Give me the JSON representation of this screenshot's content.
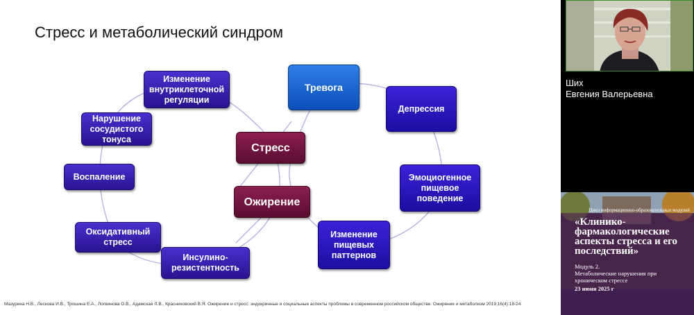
{
  "slide": {
    "title": "Стресс и метаболический синдром",
    "center_nodes": [
      "Стресс",
      "Ожирение"
    ],
    "left_nodes": [
      "Изменение внутриклеточной регуляции",
      "Нарушение сосудистого тонуса",
      "Воспаление",
      "Оксидативный стресс",
      "Инсулино-резистентность"
    ],
    "right_nodes": [
      "Тревога",
      "Депрессия",
      "Эмоциогенное пищевое поведение",
      "Изменение пищевых паттернов"
    ],
    "citation": "Мазурина Н.В., Лескова И.В., Трошина Е.А., Логвинова О.В., Адамская Л.В., Красниковский В.Я. Ожирение и стресс: эндокринные и социальные аспекты проблемы в современном российском обществе. Ожирение и метаболизм 2019;16(4):18-24"
  },
  "participant": {
    "surname": "Ших",
    "given_names": "Евгения Валерьевна"
  },
  "banner": {
    "series": "Цикл информационно-образовательных модулей",
    "title": "«Клинико-фармакологические аспекты стресса и его последствий»",
    "module": "Модуль 2.",
    "module_topic": "Метаболические нарушения при хроническом стрессе",
    "date": "23 июня 2025 г"
  },
  "colors": {
    "node_purple": "#2a138f",
    "node_blue": "#0c4fb8",
    "node_maroon": "#5a0d2f",
    "connector": "#a9a0d6",
    "video_border": "#3b8a2e"
  }
}
